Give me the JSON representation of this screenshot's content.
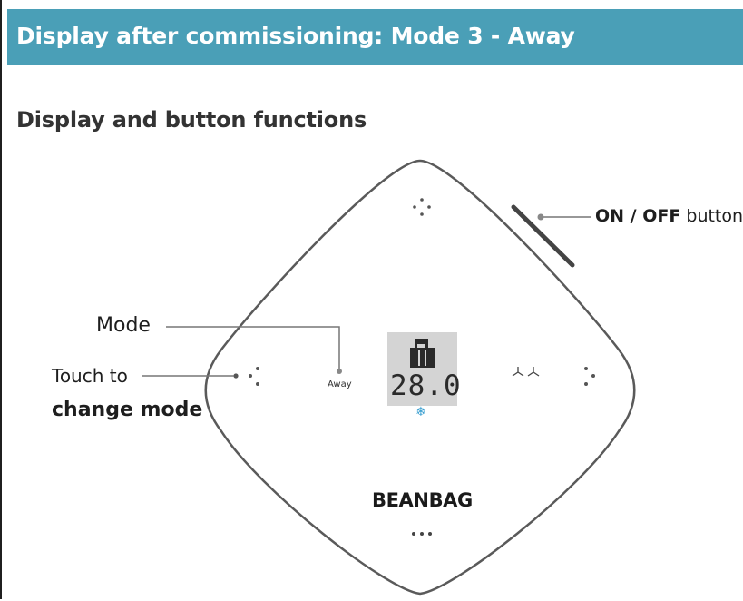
{
  "header": {
    "title": "Display after commissioning: Mode 3 - Away"
  },
  "section": {
    "title": "Display and button functions"
  },
  "labels": {
    "mode": "Mode",
    "touch_to": "Touch to",
    "change_mode": "change mode",
    "on_off_bold": "ON / OFF",
    "on_off_rest": " button"
  },
  "device": {
    "mode_name": "Away",
    "temperature": "28.0",
    "brand": "BEANBAG",
    "lock_icon": "lock-icon",
    "snowflake_icon": "snowflake-icon",
    "fan_icon": "fan-icon"
  },
  "colors": {
    "header_bg": "#4a9fb7",
    "screen_bg": "#d4d4d4",
    "snowflake": "#3a9fd0",
    "outline": "#555555",
    "on_off_button": "#444444"
  }
}
